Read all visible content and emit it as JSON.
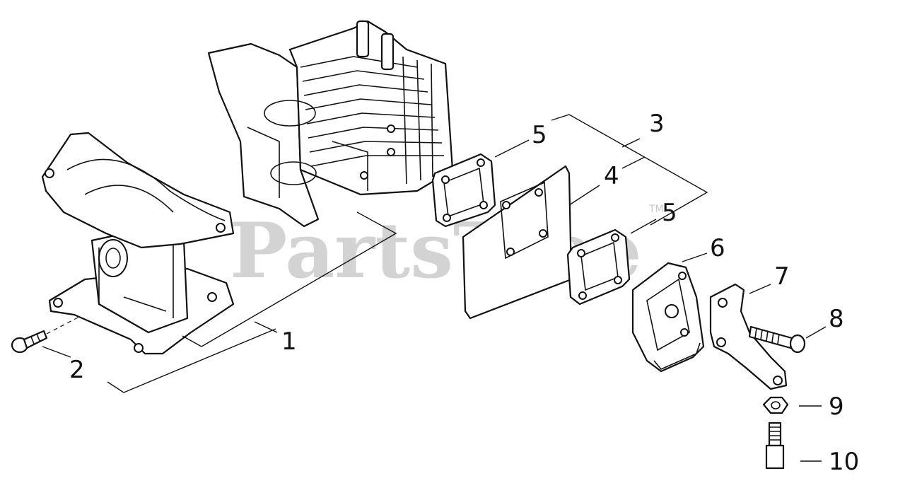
{
  "watermark": {
    "text": "PartsTree",
    "trademark": "TM"
  },
  "callouts": [
    {
      "id": "1",
      "label": "1"
    },
    {
      "id": "2",
      "label": "2"
    },
    {
      "id": "3",
      "label": "3"
    },
    {
      "id": "4",
      "label": "4"
    },
    {
      "id": "5a",
      "label": "5"
    },
    {
      "id": "5b",
      "label": "5"
    },
    {
      "id": "6",
      "label": "6"
    },
    {
      "id": "7",
      "label": "7"
    },
    {
      "id": "8",
      "label": "8"
    },
    {
      "id": "9",
      "label": "9"
    },
    {
      "id": "10",
      "label": "10"
    }
  ]
}
